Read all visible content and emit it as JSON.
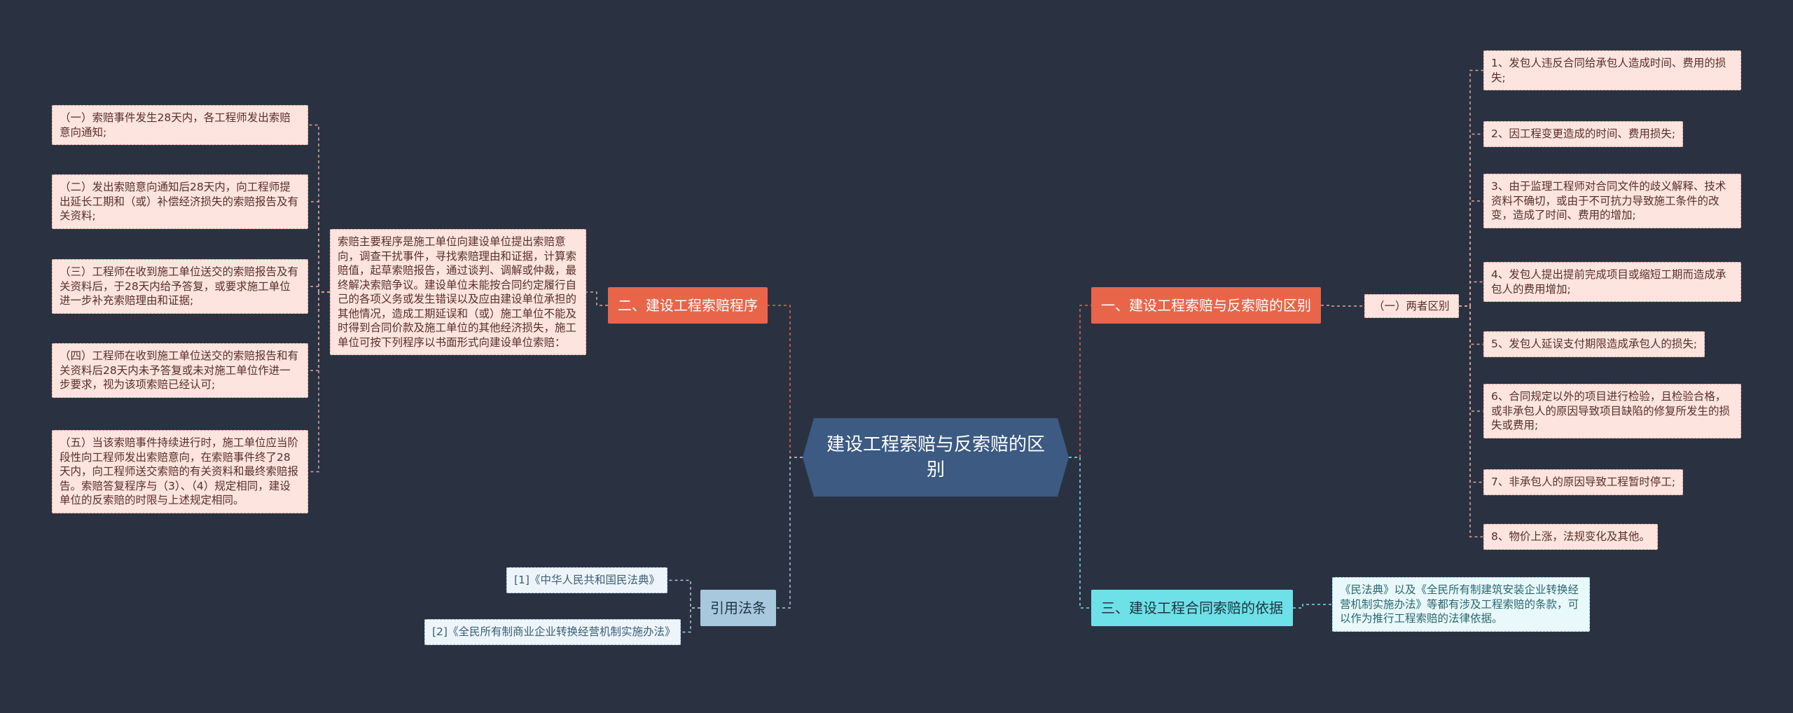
{
  "root": {
    "title": "建设工程索赔与反索赔的区别"
  },
  "branches": {
    "procedure": {
      "label": "二、建设工程索赔程序",
      "summary": "索赔主要程序是施工单位向建设单位提出索赔意向，调查干扰事件，寻找索赔理由和证据，计算索赔值，起草索赔报告，通过谈判、调解或仲裁，最终解决索赔争议。建设单位未能按合同约定履行自己的各项义务或发生错误以及应由建设单位承担的其他情况，造成工期延误和（或）施工单位不能及时得到合同价款及施工单位的其他经济损失，施工单位可按下列程序以书面形式向建设单位索赔：",
      "steps": [
        "（一）索赔事件发生28天内，各工程师发出索赔意向通知;",
        "（二）发出索赔意向通知后28天内，向工程师提出延长工期和（或）补偿经济损失的索赔报告及有关资料;",
        "（三）工程师在收到施工单位送交的索赔报告及有关资料后，于28天内给予答复，或要求施工单位进一步补充索赔理由和证据;",
        "（四）工程师在收到施工单位送交的索赔报告和有关资料后28天内未予答复或未对施工单位作进一步要求，视为该项索赔已经认可;",
        "（五）当该索赔事件持续进行时，施工单位应当阶段性向工程师发出索赔意向，在索赔事件终了28天内，向工程师送交索赔的有关资料和最终索赔报告。索赔答复程序与（3）、（4）规定相同，建设单位的反索赔的时限与上述规定相同。"
      ]
    },
    "difference": {
      "label": "一、建设工程索赔与反索赔的区别",
      "sub_label": "（一）两者区别",
      "items": [
        "1、发包人违反合同给承包人造成时间、费用的损失;",
        "2、因工程变更造成的时间、费用损失;",
        "3、由于监理工程师对合同文件的歧义解释、技术资料不确切，或由于不可抗力导致施工条件的改变，造成了时间、费用的增加;",
        "4、发包人提出提前完成项目或缩短工期而造成承包人的费用增加;",
        "5、发包人延误支付期限造成承包人的损失;",
        "6、合同规定以外的项目进行检验，且检验合格，或非承包人的原因导致项目缺陷的修复所发生的损失或费用;",
        "7、非承包人的原因导致工程暂时停工;",
        "8、物价上涨，法规变化及其他。"
      ]
    },
    "basis": {
      "label": "三、建设工程合同索赔的依据",
      "text": "《民法典》以及《全民所有制建筑安装企业转换经营机制实施办法》等都有涉及工程索赔的条款，可以作为推行工程索赔的法律依据。"
    },
    "citations": {
      "label": "引用法条",
      "items": [
        "[1]《中华人民共和国民法典》",
        "[2]《全民所有制商业企业转换经营机制实施办法》"
      ]
    }
  },
  "colors": {
    "background": "#2a3241",
    "root": "#3c5a82",
    "orange": "#e8654a",
    "cyan": "#6ee0e8",
    "blue": "#a8c8de",
    "leaf_pink": "#fde4de"
  }
}
